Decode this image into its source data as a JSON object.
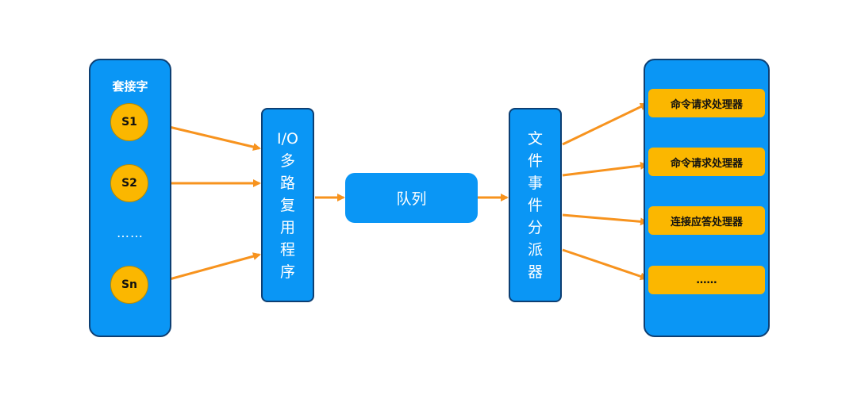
{
  "colors": {
    "box_blue": "#0a96f5",
    "box_border": "#0d3f73",
    "socket_yellow": "#fbb700",
    "arrow_orange": "#f7931e"
  },
  "sockets_panel": {
    "title": "套接字",
    "sockets": [
      {
        "label": "S1"
      },
      {
        "label": "S2"
      },
      {
        "label": "Sn"
      }
    ],
    "ellipsis": "……"
  },
  "multiplexer": {
    "label_chars": [
      "I/O",
      "多",
      "路",
      "复",
      "用",
      "程",
      "序"
    ]
  },
  "queue": {
    "label": "队列"
  },
  "dispatcher": {
    "label_chars": [
      "文",
      "件",
      "事",
      "件",
      "分",
      "派",
      "器"
    ]
  },
  "handlers": [
    {
      "label": "命令请求处理器"
    },
    {
      "label": "命令请求处理器"
    },
    {
      "label": "连接应答处理器"
    },
    {
      "label": "……"
    }
  ],
  "arrows": [
    {
      "from": "S1",
      "to": "I/O多路复用程序"
    },
    {
      "from": "S2",
      "to": "I/O多路复用程序"
    },
    {
      "from": "Sn",
      "to": "I/O多路复用程序"
    },
    {
      "from": "I/O多路复用程序",
      "to": "队列"
    },
    {
      "from": "队列",
      "to": "文件事件分派器"
    },
    {
      "from": "文件事件分派器",
      "to": "命令请求处理器"
    },
    {
      "from": "文件事件分派器",
      "to": "命令请求处理器"
    },
    {
      "from": "文件事件分派器",
      "to": "连接应答处理器"
    },
    {
      "from": "文件事件分派器",
      "to": "……"
    }
  ]
}
